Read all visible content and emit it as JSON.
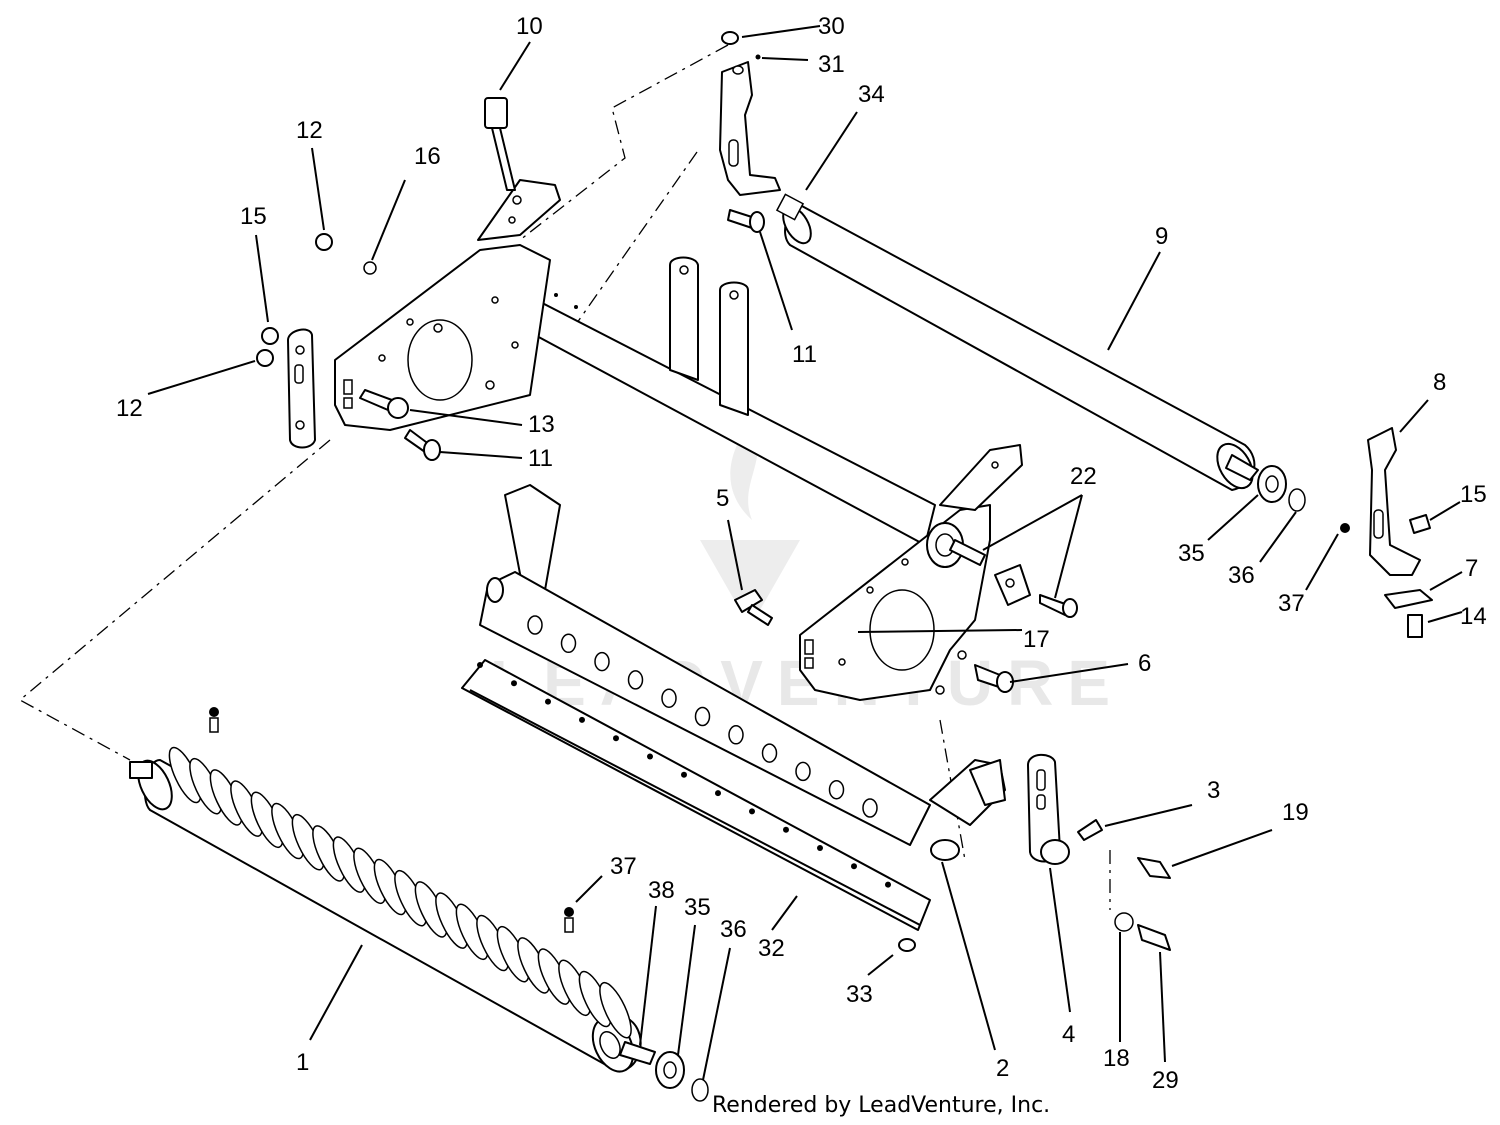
{
  "callouts": [
    {
      "id": "c1",
      "text": "1"
    },
    {
      "id": "c2",
      "text": "2"
    },
    {
      "id": "c3",
      "text": "3"
    },
    {
      "id": "c4",
      "text": "4"
    },
    {
      "id": "c5",
      "text": "5"
    },
    {
      "id": "c6",
      "text": "6"
    },
    {
      "id": "c7",
      "text": "7"
    },
    {
      "id": "c8",
      "text": "8"
    },
    {
      "id": "c9",
      "text": "9"
    },
    {
      "id": "c10",
      "text": "10"
    },
    {
      "id": "c11a",
      "text": "11"
    },
    {
      "id": "c11b",
      "text": "11"
    },
    {
      "id": "c12a",
      "text": "12"
    },
    {
      "id": "c12b",
      "text": "12"
    },
    {
      "id": "c13",
      "text": "13"
    },
    {
      "id": "c14",
      "text": "14"
    },
    {
      "id": "c15a",
      "text": "15"
    },
    {
      "id": "c15b",
      "text": "15"
    },
    {
      "id": "c16",
      "text": "16"
    },
    {
      "id": "c17",
      "text": "17"
    },
    {
      "id": "c18",
      "text": "18"
    },
    {
      "id": "c19",
      "text": "19"
    },
    {
      "id": "c22",
      "text": "22"
    },
    {
      "id": "c29",
      "text": "29"
    },
    {
      "id": "c30",
      "text": "30"
    },
    {
      "id": "c31",
      "text": "31"
    },
    {
      "id": "c32",
      "text": "32"
    },
    {
      "id": "c33",
      "text": "33"
    },
    {
      "id": "c34",
      "text": "34"
    },
    {
      "id": "c35a",
      "text": "35"
    },
    {
      "id": "c35b",
      "text": "35"
    },
    {
      "id": "c36a",
      "text": "36"
    },
    {
      "id": "c36b",
      "text": "36"
    },
    {
      "id": "c37a",
      "text": "37"
    },
    {
      "id": "c37b",
      "text": "37"
    },
    {
      "id": "c38",
      "text": "38"
    }
  ],
  "watermark": "LEADVENTURE",
  "credit": "Rendered by LeadVenture, Inc."
}
